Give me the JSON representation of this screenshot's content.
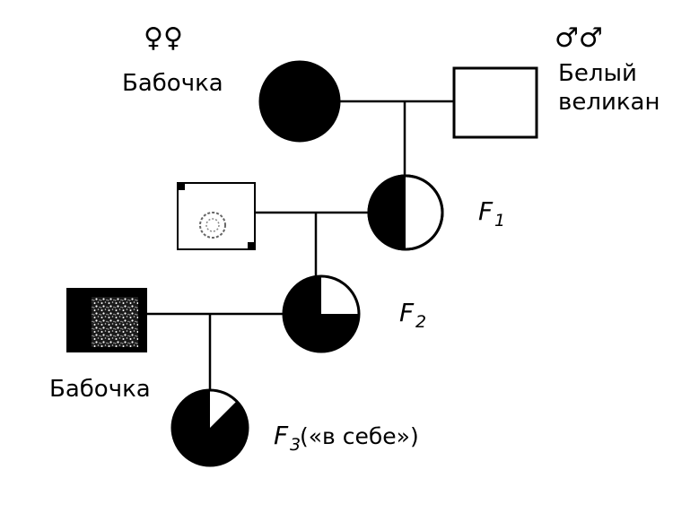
{
  "labels": {
    "female_symbols": "♀♀",
    "female_name": "Бабочка",
    "male_symbols": "♂♂",
    "male_name_line1": "Белый",
    "male_name_line2": "великан",
    "gen1": "F",
    "gen1_sub": "1",
    "gen2": "F",
    "gen2_sub": "2",
    "gen3": "F",
    "gen3_sub": "3",
    "gen3_note": " («в себе»)",
    "bottom_male_name": "Бабочка"
  },
  "colors": {
    "ink": "#000000",
    "paper": "#ffffff",
    "speckle": "#9a9a9a"
  },
  "individuals": [
    {
      "id": "P-female",
      "sex": "female",
      "black_fraction": 1.0
    },
    {
      "id": "P-male",
      "sex": "male",
      "black_fraction": 0.0
    },
    {
      "id": "F1-female",
      "sex": "female",
      "black_fraction": 0.5
    },
    {
      "id": "F1-mate-male",
      "sex": "male",
      "black_fraction": 0.0
    },
    {
      "id": "F2-female",
      "sex": "female",
      "black_fraction": 0.75
    },
    {
      "id": "F2-mate-male",
      "sex": "male",
      "black_fraction": 1.0
    },
    {
      "id": "F3-female",
      "sex": "female",
      "black_fraction": 0.875
    }
  ]
}
